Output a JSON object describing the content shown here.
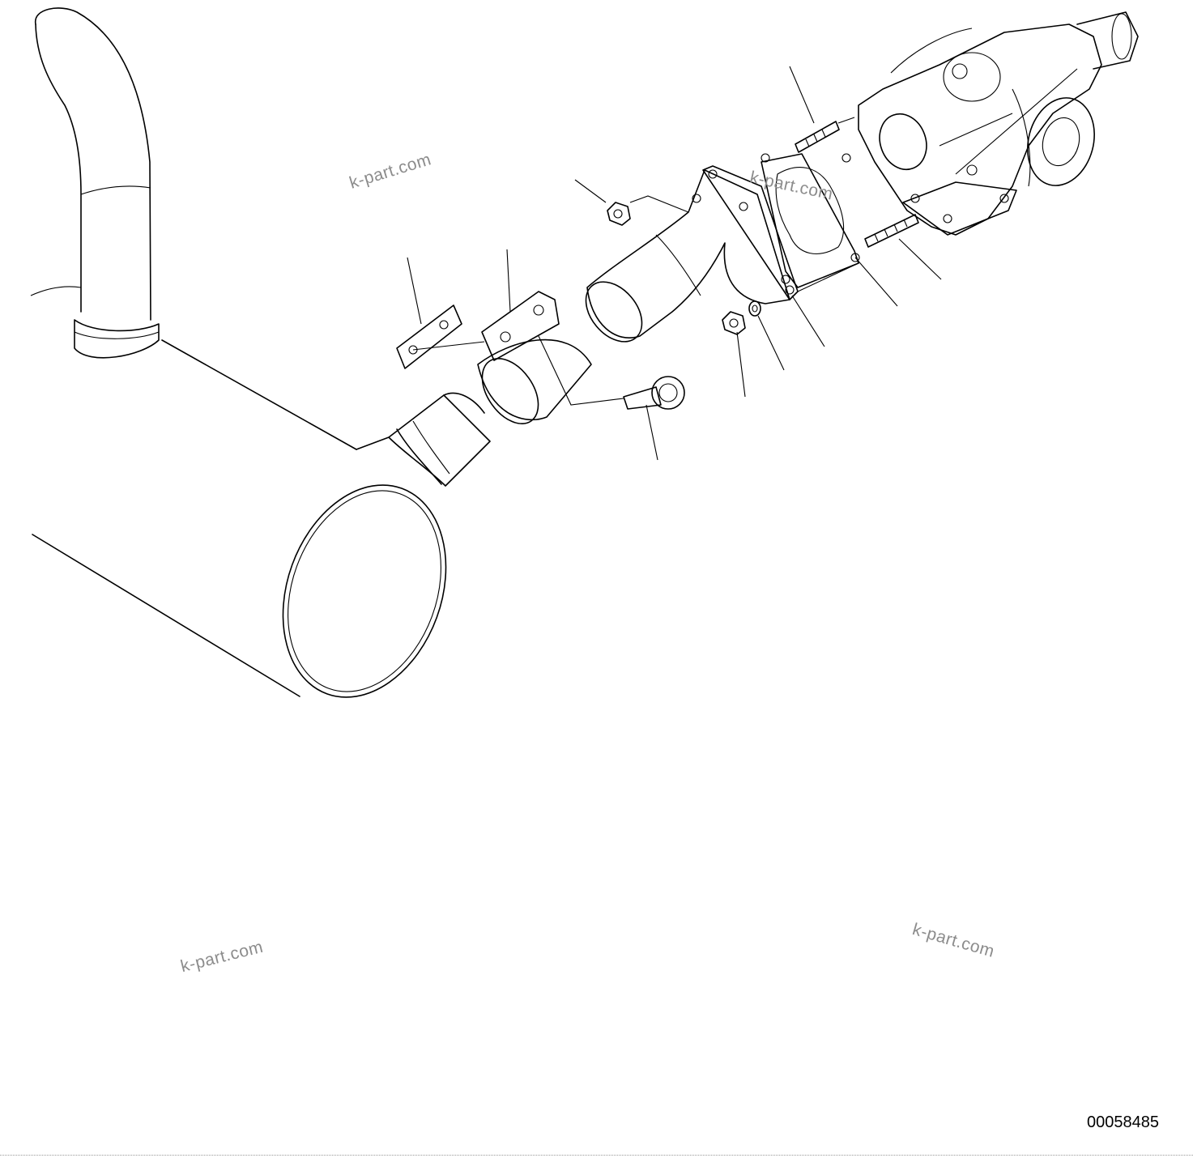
{
  "watermarks": [
    "k-part.com",
    "k-part.com",
    "k-part.com",
    "k-part.com"
  ],
  "document_number": "00058485",
  "colors": {
    "line": "#000000",
    "watermark": "#8c8c8c",
    "background": "#ffffff"
  }
}
